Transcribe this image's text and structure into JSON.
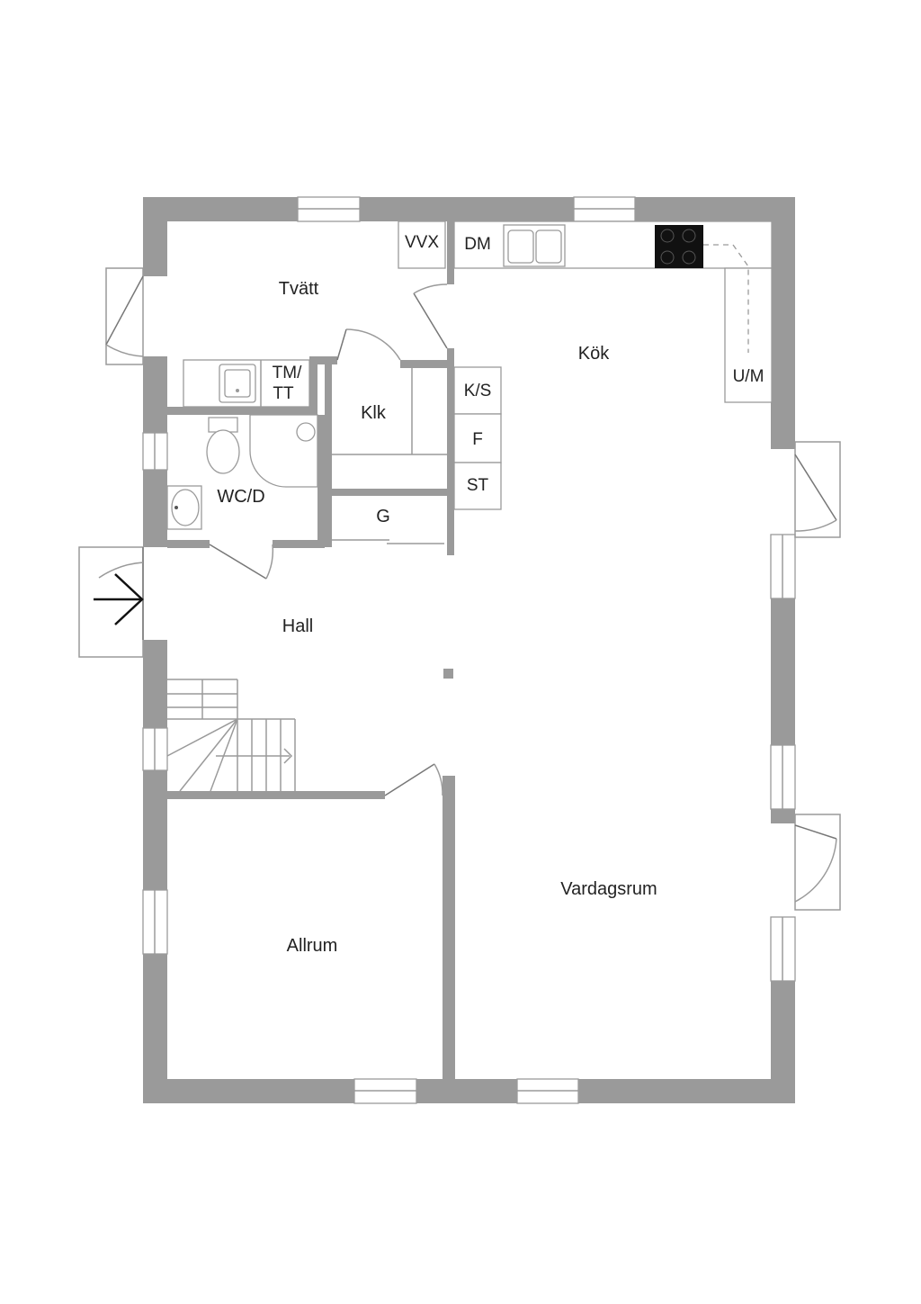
{
  "floorplan": {
    "rooms": {
      "tvatt": "Tvätt",
      "kok": "Kök",
      "klk": "Klk",
      "wc_d": "WC/D",
      "g": "G",
      "hall": "Hall",
      "allrum": "Allrum",
      "vardagsrum": "Vardagsrum"
    },
    "fixtures": {
      "vvx": "VVX",
      "dm": "DM",
      "tm": "TM/",
      "tt": "TT",
      "ks": "K/S",
      "f": "F",
      "st": "ST",
      "um": "U/M"
    },
    "colors": {
      "wall": "#9a9a9a",
      "background": "#ffffff",
      "stove": "#111111"
    }
  }
}
